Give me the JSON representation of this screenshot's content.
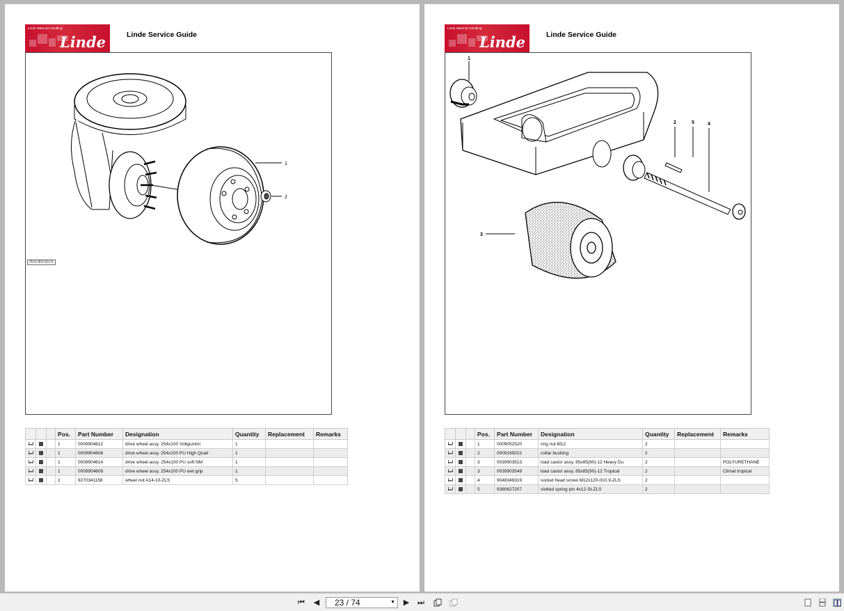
{
  "viewer": {
    "page_indicator": "23 / 74",
    "nav": {
      "first_label": "⏮",
      "prev_label": "◀",
      "next_label": "▶",
      "last_label": "⏭"
    }
  },
  "pages": [
    {
      "logo_sub": "Linde Material Handling",
      "logo_brand": "Linde",
      "title": "Linde Service Guide",
      "figure_code": "2510.803.00.01",
      "callouts": [
        "1",
        "2"
      ],
      "table": {
        "headers": [
          "Pos.",
          "Part Number",
          "Designation",
          "Quantity",
          "Replacement",
          "Remarks"
        ],
        "rows": [
          [
            "1",
            "0009904612",
            "drive wheel assy. 254x100 Vollgummi",
            "1",
            "",
            ""
          ],
          [
            "1",
            "0009904608",
            "drive wheel assy. 254x100 PU High Quali",
            "1",
            "",
            ""
          ],
          [
            "1",
            "0009904614",
            "drive wheel assy. 254x100 PU soft NM",
            "1",
            "",
            ""
          ],
          [
            "1",
            "0009904609",
            "drive wheel assy. 254x100 PU wet grip",
            "1",
            "",
            ""
          ],
          [
            "2",
            "9270341156",
            "wheel nut A14-10-ZLS",
            "5",
            "",
            ""
          ]
        ]
      }
    },
    {
      "logo_sub": "Linde Material Handling",
      "logo_brand": "Linde",
      "title": "Linde Service Guide",
      "callouts": [
        "1",
        "2",
        "5",
        "4",
        "3"
      ],
      "table": {
        "headers": [
          "Pos.",
          "Part Number",
          "Designation",
          "Quantity",
          "Replacement",
          "Remarks"
        ],
        "rows": [
          [
            "1",
            "0009052520",
            "ring nut M12",
            "2",
            "",
            ""
          ],
          [
            "2",
            "0009165022",
            "collar bushing",
            "2",
            "",
            ""
          ],
          [
            "3",
            "0039903513",
            "load castor assy. 85x85(90)-12 Heavy Du",
            "2",
            "",
            "POLYURETHANE"
          ],
          [
            "3",
            "0039903549",
            "load castor assy. 85x85(90)-12 Tropical",
            "2",
            "",
            "Climat tropical"
          ],
          [
            "4",
            "9048346319",
            "socket head screw M12x120-010.9-ZLS",
            "2",
            "",
            ""
          ],
          [
            "5",
            "9380627207",
            "slotted spring pin 4x12-St-ZLS",
            "2",
            "",
            ""
          ]
        ]
      }
    }
  ]
}
